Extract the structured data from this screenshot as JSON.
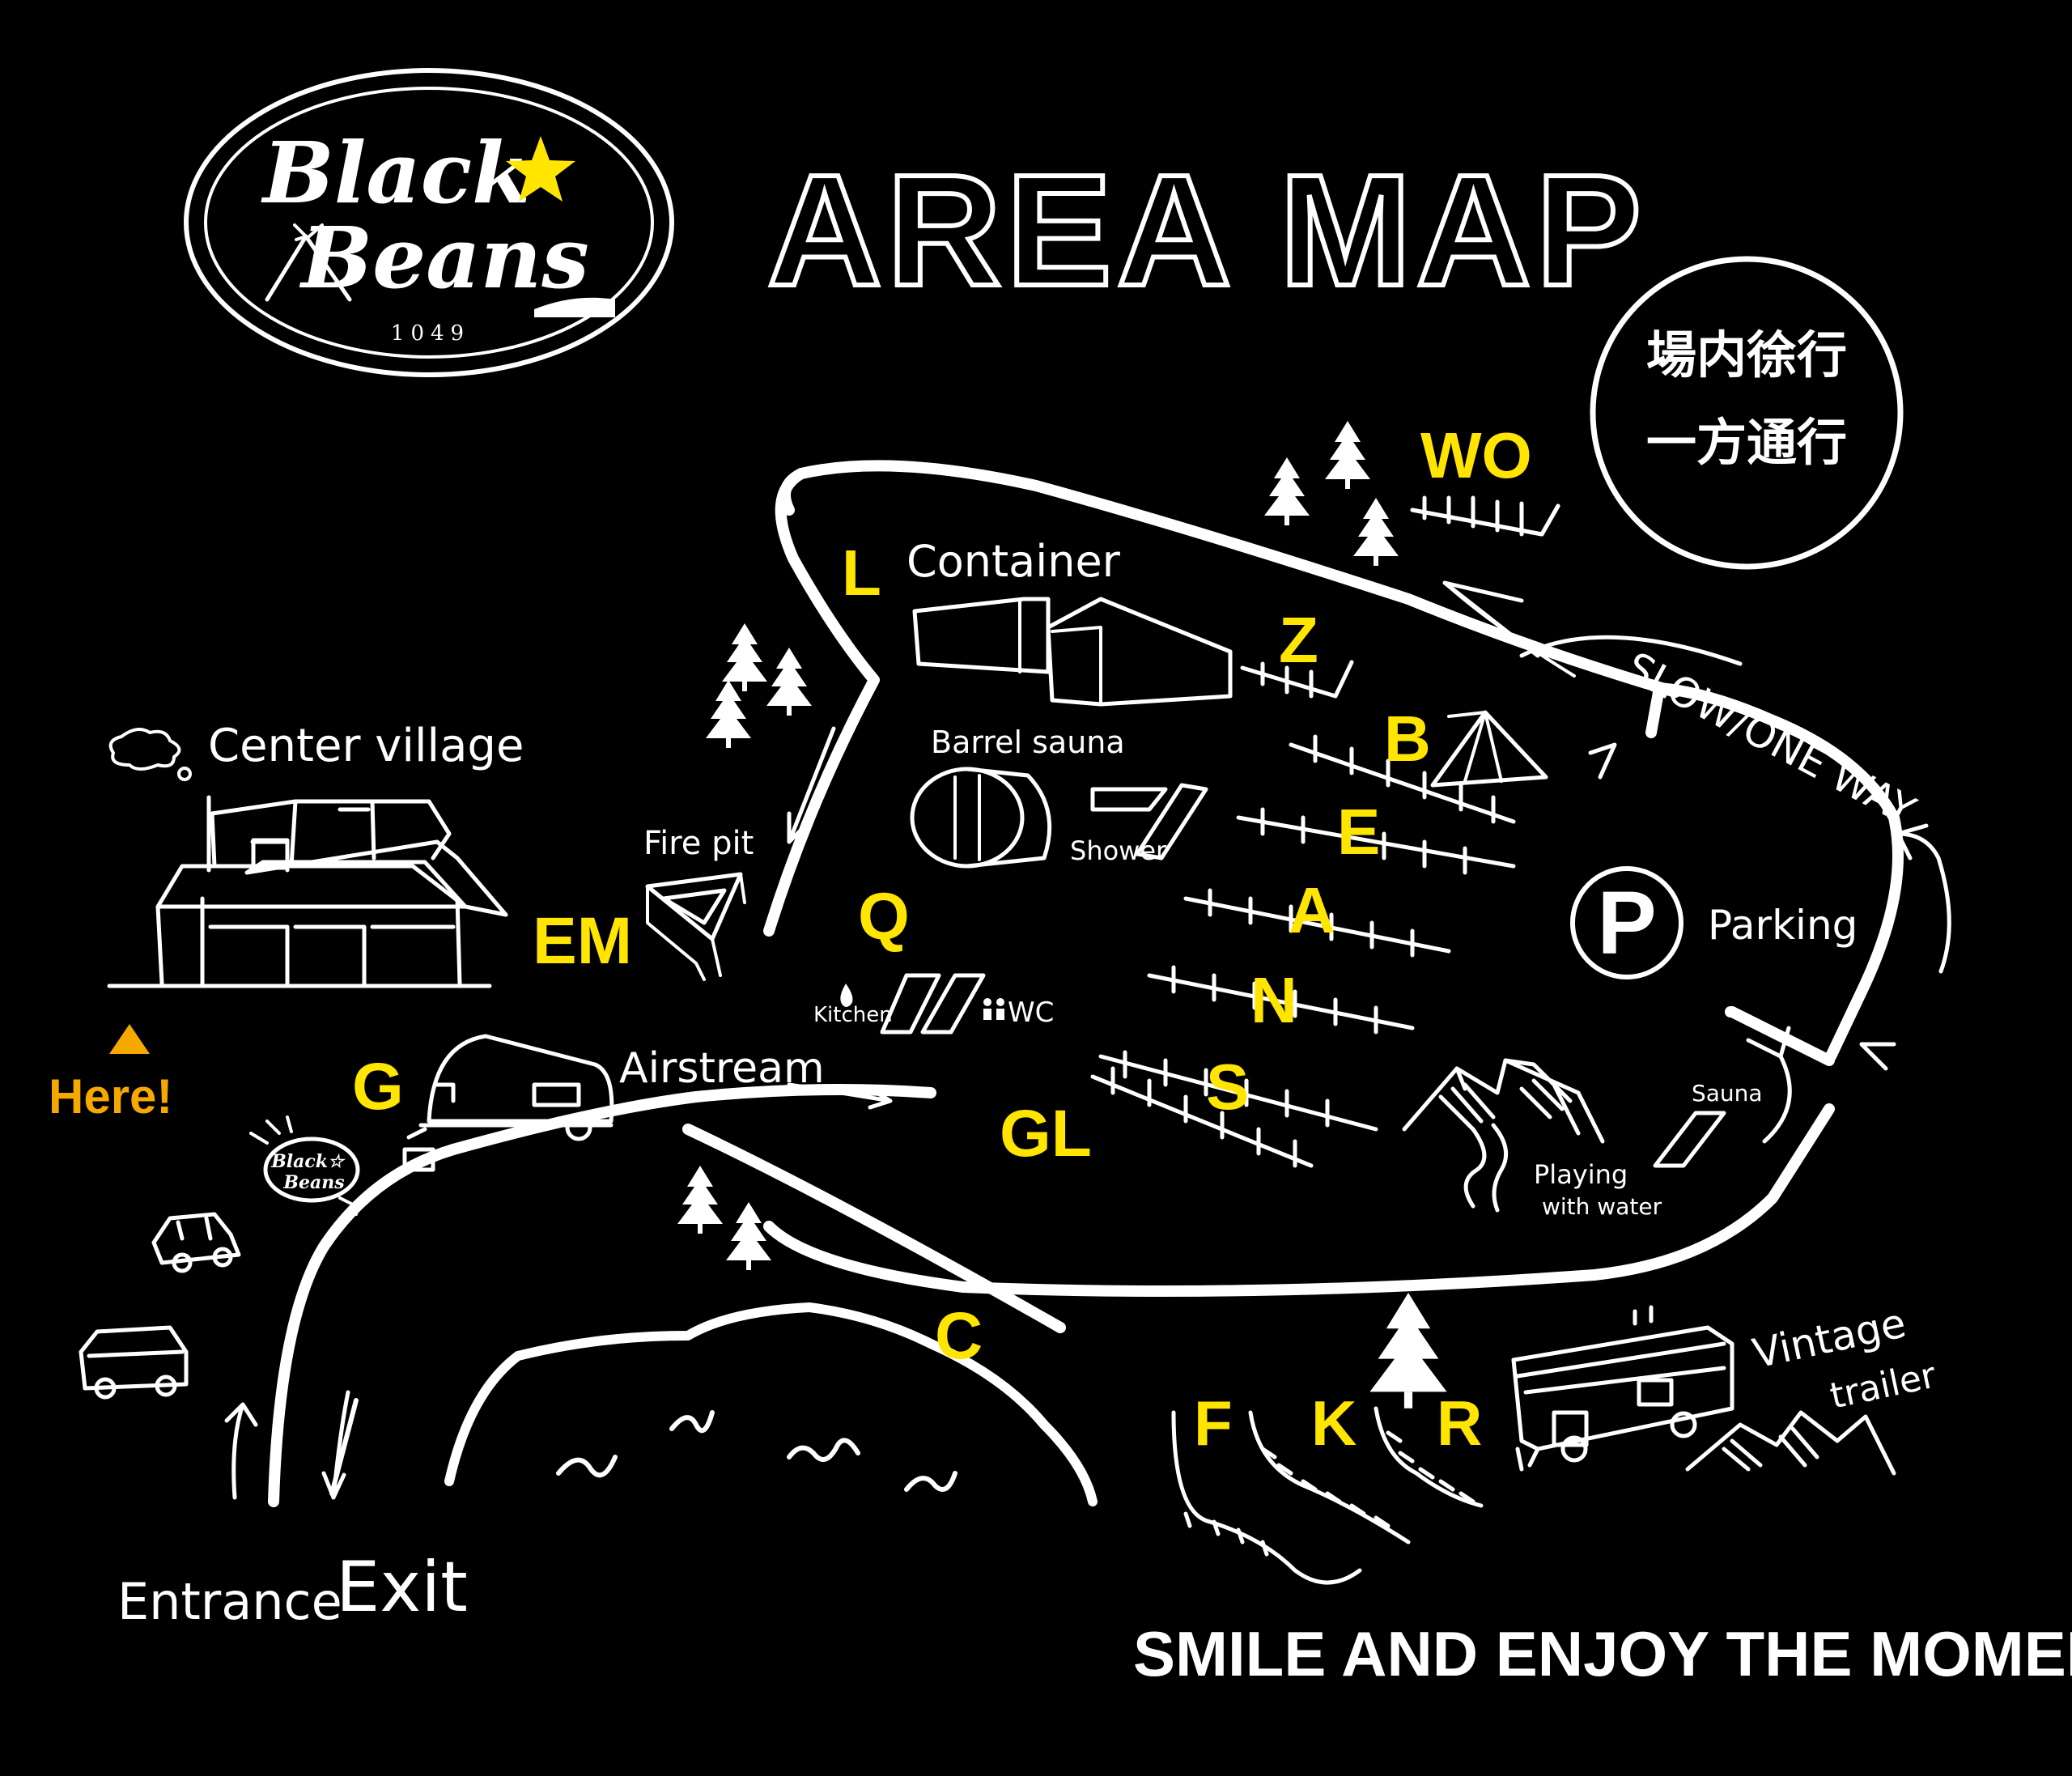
{
  "logo": {
    "line1": "Black",
    "line2": "Beans",
    "number": "1049",
    "star_color": "#FFE500"
  },
  "title": "AREA MAP",
  "notice": {
    "line1": "場内徐行",
    "line2": "一方通行"
  },
  "places": {
    "container": "Container",
    "center_village": "Center village",
    "barrel_sauna": "Barrel sauna",
    "shower": "Shower",
    "fire_pit": "Fire pit",
    "kitchen": "Kitchen",
    "wc": "WC",
    "airstream": "Airstream",
    "parking": "Parking",
    "parking_symbol": "P",
    "slow_one_way": "SLOW/ONE WAY",
    "sauna": "Sauna",
    "playing_line1": "Playing",
    "playing_line2": "with water",
    "vintage_line1": "Vintage",
    "vintage_line2": "trailer",
    "entrance": "Entrance",
    "exit": "Exit",
    "here": "Here!",
    "sign_line1": "Black☆",
    "sign_line2": "Beans"
  },
  "zones": {
    "L": "L",
    "Z": "Z",
    "B": "B",
    "E": "E",
    "A": "A",
    "N": "N",
    "S": "S",
    "EM": "EM",
    "Q": "Q",
    "G": "G",
    "GL": "GL",
    "WO": "WO",
    "C": "C",
    "F": "F",
    "K": "K",
    "R": "R"
  },
  "tagline": "SMILE AND ENJOY THE MOMENT",
  "colors": {
    "background": "#000000",
    "line": "#FFFFFF",
    "zone_label": "#FFE500",
    "here_marker": "#F5A800"
  },
  "icons": [
    "tree-icon",
    "tent-icon",
    "car-icon",
    "van-icon",
    "star-icon",
    "water-drop-icon",
    "wc-icon",
    "arrow-icon"
  ]
}
